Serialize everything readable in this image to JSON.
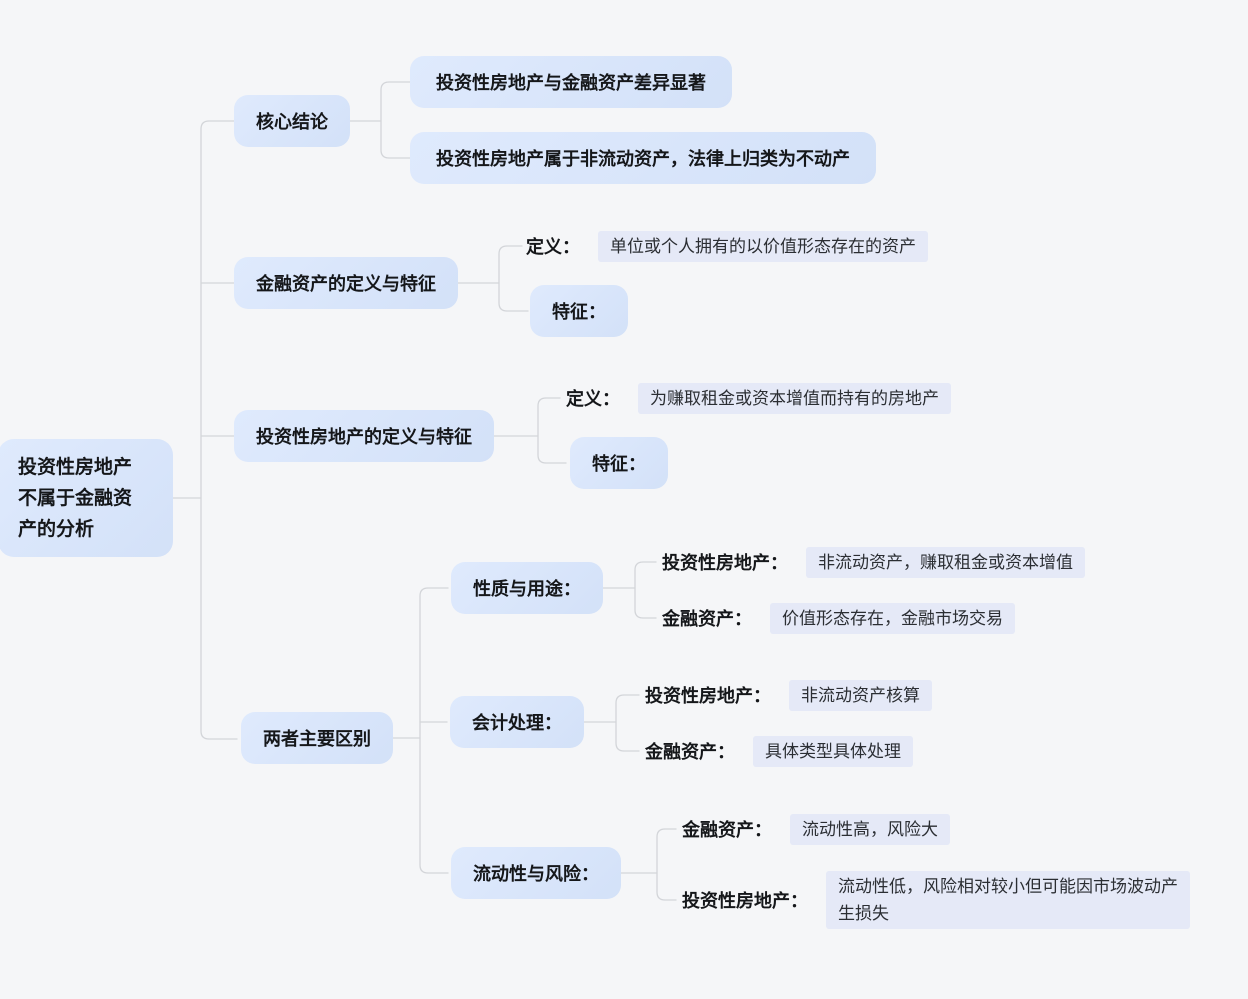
{
  "title": "投资性房地产不属于金融资产的分析思维导图",
  "colors": {
    "background": "#f5f6f8",
    "node_fill": "#d7e4fa",
    "value_highlight": "#e5e9f7",
    "connector": "#d3d5d9",
    "text": "#15171a"
  },
  "root": {
    "label": "投资性房地产\n不属于金融资\n产的分析"
  },
  "branches": [
    {
      "label": "核心结论",
      "children": [
        {
          "text": "投资性房地产与金融资产差异显著"
        },
        {
          "text": "投资性房地产属于非流动资产，法律上归类为不动产"
        }
      ]
    },
    {
      "label": "金融资产的定义与特征",
      "children": [
        {
          "label": "定义：",
          "value": "单位或个人拥有的以价值形态存在的资产"
        },
        {
          "label": "特征："
        }
      ]
    },
    {
      "label": "投资性房地产的定义与特征",
      "children": [
        {
          "label": "定义：",
          "value": "为赚取租金或资本增值而持有的房地产"
        },
        {
          "label": "特征："
        }
      ]
    },
    {
      "label": "两者主要区别",
      "children": [
        {
          "label": "性质与用途：",
          "children": [
            {
              "label": "投资性房地产：",
              "value": "非流动资产，赚取租金或资本增值"
            },
            {
              "label": "金融资产：",
              "value": "价值形态存在，金融市场交易"
            }
          ]
        },
        {
          "label": "会计处理：",
          "children": [
            {
              "label": "投资性房地产：",
              "value": "非流动资产核算"
            },
            {
              "label": "金融资产：",
              "value": "具体类型具体处理"
            }
          ]
        },
        {
          "label": "流动性与风险：",
          "children": [
            {
              "label": "金融资产：",
              "value": "流动性高，风险大"
            },
            {
              "label": "投资性房地产：",
              "value": "流动性低，风险相对较小但可能因市场波动产\n生损失"
            }
          ]
        }
      ]
    }
  ]
}
